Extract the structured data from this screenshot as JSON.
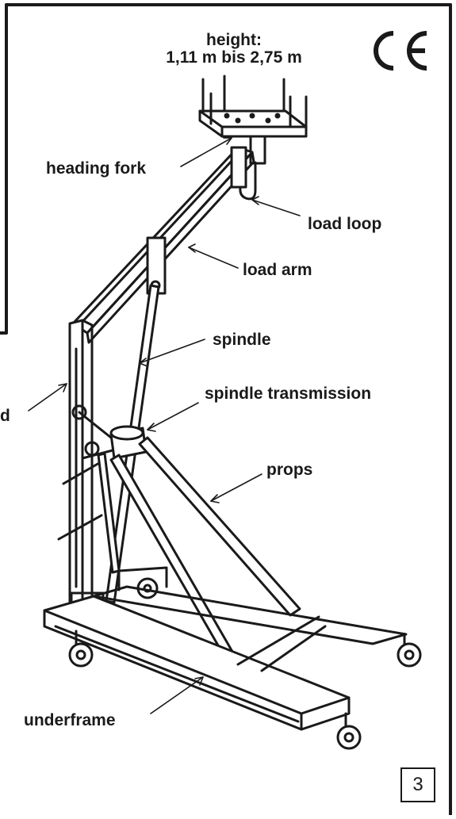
{
  "header": {
    "height_label": "height:",
    "height_range": "1,11 m bis 2,75 m",
    "ce_mark": "CE"
  },
  "labels": {
    "heading_fork": "heading fork",
    "load_loop": "load loop",
    "load_arm": "load arm",
    "spindle": "spindle",
    "stand_partial": "d",
    "spindle_transmission": "spindle transmission",
    "props": "props",
    "underframe": "underframe"
  },
  "page_number": "3",
  "colors": {
    "ink": "#1a1a1a",
    "paper": "#ffffff"
  }
}
